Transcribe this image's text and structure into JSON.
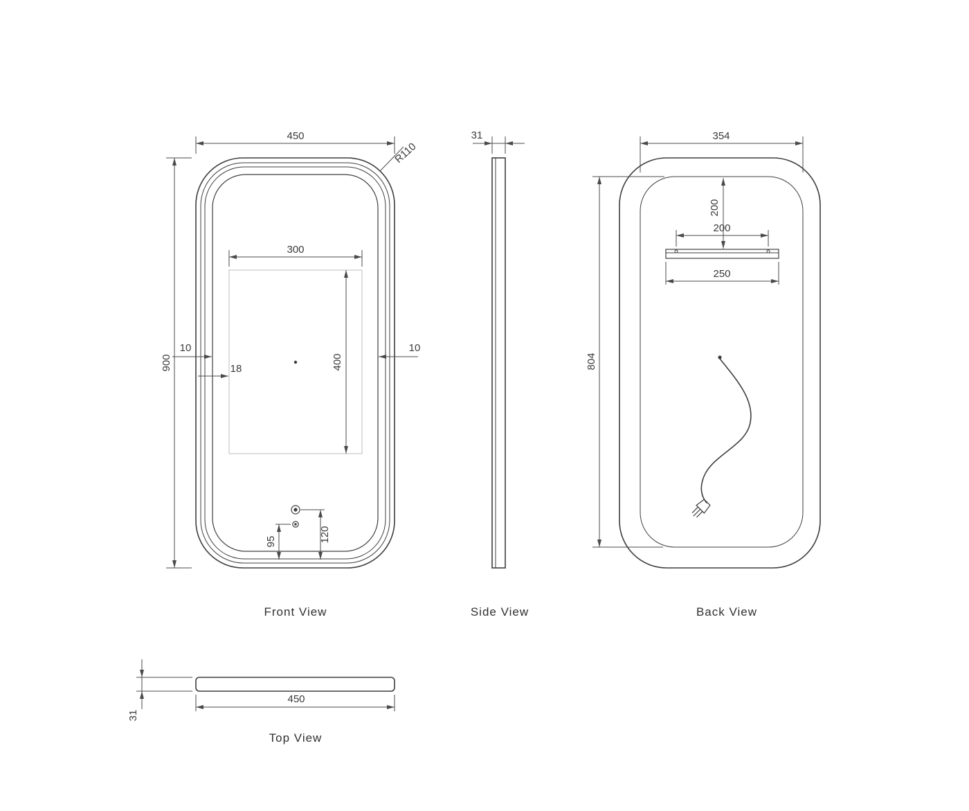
{
  "views": {
    "front": {
      "label": "Front View",
      "dim_width": "450",
      "dim_height": "900",
      "dim_radius": "R110",
      "dim_inner_width": "300",
      "dim_inner_height": "400",
      "dim_offset_left": "10",
      "dim_offset_right": "10",
      "dim_sensor_offset": "18",
      "dim_sensor_bottom_1": "95",
      "dim_sensor_bottom_2": "120"
    },
    "side": {
      "label": "Side View",
      "dim_thickness": "31"
    },
    "back": {
      "label": "Back View",
      "dim_width": "354",
      "dim_bracket_top": "200",
      "dim_hole_spacing": "200",
      "dim_bracket_width": "250",
      "dim_height": "804"
    },
    "top": {
      "label": "Top View",
      "dim_width": "450",
      "dim_thickness": "31"
    }
  },
  "colors": {
    "background": "#ffffff",
    "object_line": "#3d3d3d",
    "dimension_line": "#4a4a4a",
    "text": "#3a3a3a",
    "light_line": "#bdbdbd"
  }
}
